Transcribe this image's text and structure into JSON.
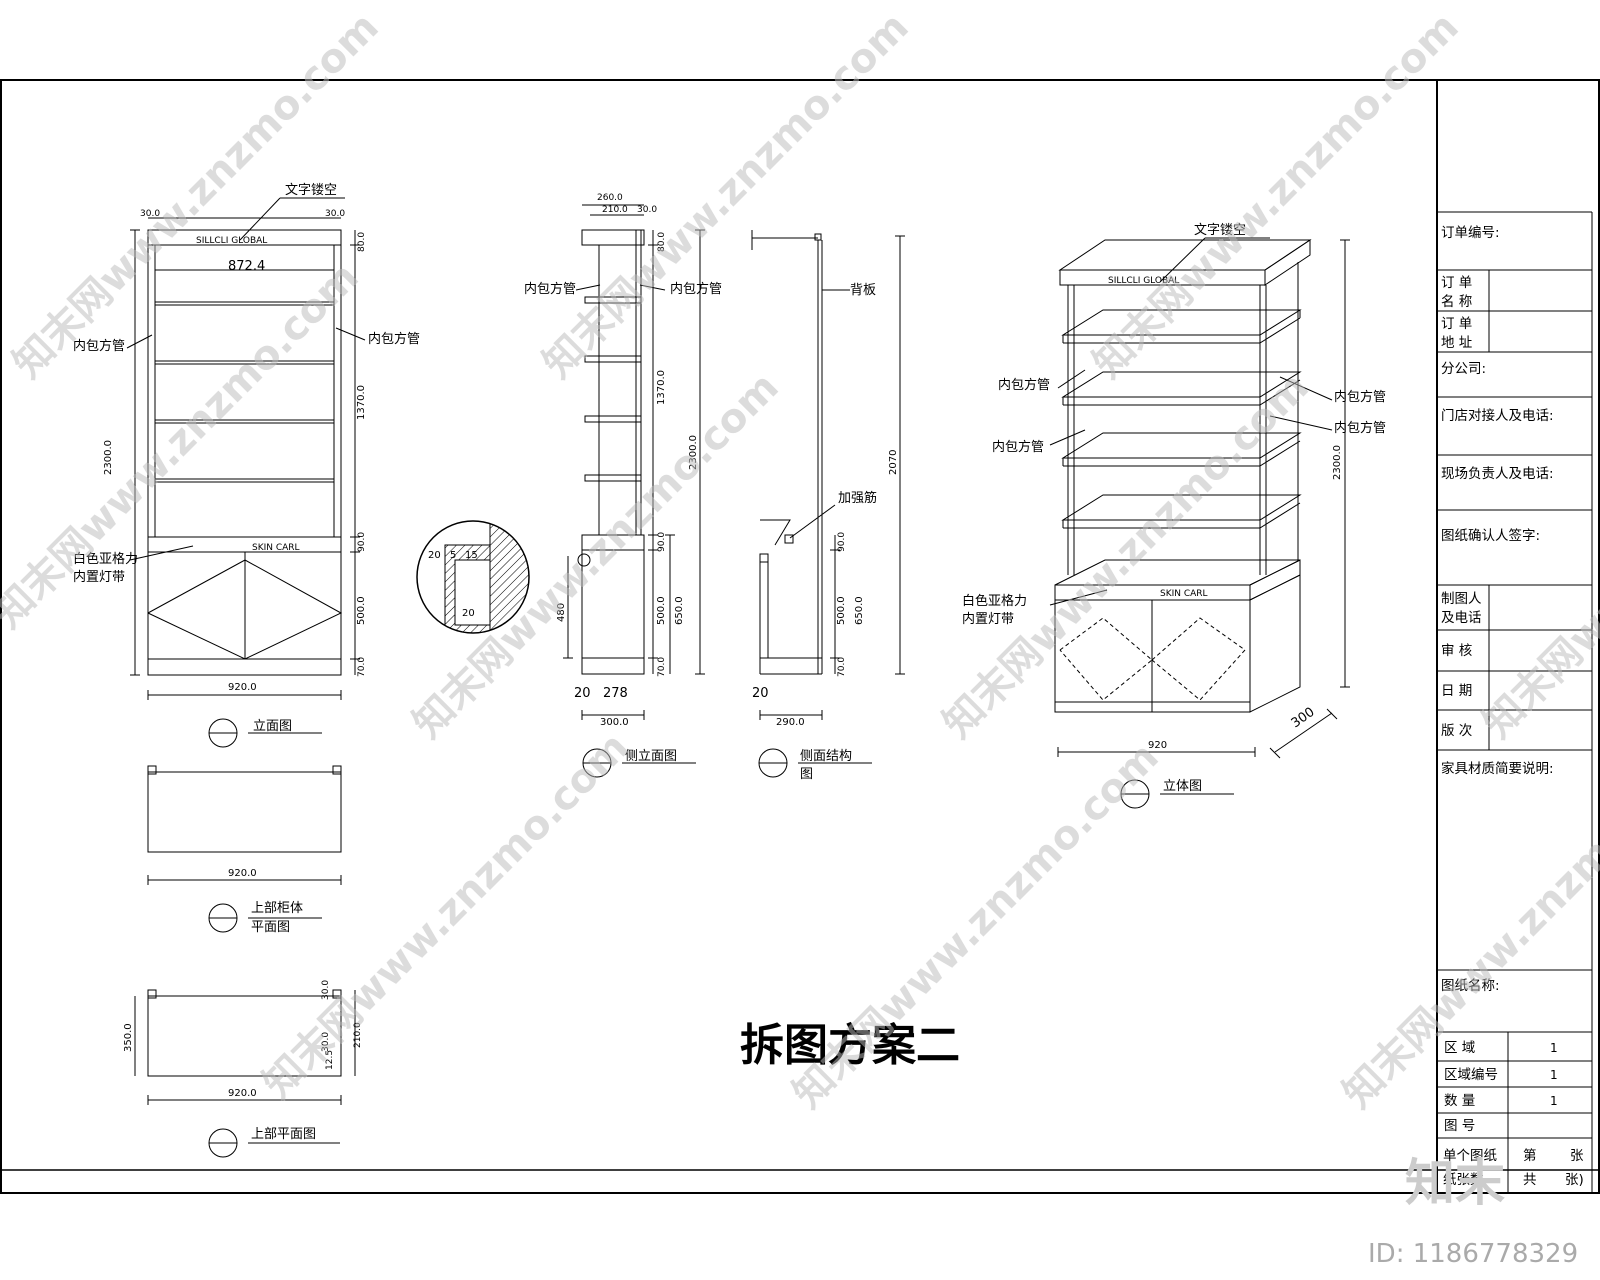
{
  "drawing_title": "拆图方案二",
  "title_block": {
    "rows": [
      {
        "label": "订单编号:"
      },
      {
        "label": "订 单\n名 称"
      },
      {
        "label": "订 单\n地 址"
      },
      {
        "label": "分公司:"
      },
      {
        "label": "门店对接人及电话:"
      },
      {
        "label": "现场负责人及电话:"
      },
      {
        "label": "图纸确认人签字:"
      },
      {
        "label": "制图人\n及电话"
      },
      {
        "label": "审 核"
      },
      {
        "label": "日 期"
      },
      {
        "label": "版 次"
      },
      {
        "label": "家具材质简要说明:"
      },
      {
        "label": "图纸名称:"
      }
    ],
    "bottom_rows": [
      {
        "label": "区 域",
        "value": "1"
      },
      {
        "label": "区域编号",
        "value": "1"
      },
      {
        "label": "数 量",
        "value": "1"
      },
      {
        "label": "图 号",
        "value": ""
      }
    ],
    "sheet_line_1": {
      "label": "单个图纸",
      "mid": "第",
      "end": "张"
    },
    "sheet_line_2": {
      "label": "纸张数",
      "mid": "共",
      "end": "张)"
    }
  },
  "views": {
    "front": {
      "caption": "立面图",
      "labels": {
        "engrave": "文字镂空",
        "tube_left": "内包方管",
        "tube_right": "内包方管",
        "light": "白色亚格力\n内置灯带",
        "sign_top": "SILLCLI GLOBAL",
        "sign_bottom": "SKIN CARL"
      },
      "dims": {
        "inner_width": "872.4",
        "top_left": "30.0",
        "top_right": "30.0",
        "width": "920.0",
        "height": "2300.0",
        "h_top": "80.0",
        "h_shelves": "1370.0",
        "h_band": "90.0",
        "h_base": "500.0",
        "h_foot": "70.0"
      }
    },
    "side": {
      "caption": "侧立面图",
      "labels": {
        "tube_left": "内包方管",
        "tube_right": "内包方管"
      },
      "dims": {
        "top": "260.0",
        "top_inner": "210.0",
        "top_small": "30.0",
        "h_top": "80.0",
        "h_shelves": "1370.0",
        "total": "2300.0",
        "band": "90.0",
        "base": "500.0",
        "base2": "650.0",
        "foot": "70.0",
        "left_h": "480",
        "bottom_a": "20",
        "bottom_b": "278",
        "depth": "300.0"
      }
    },
    "section": {
      "caption": "侧面结构\n图",
      "labels": {
        "back": "背板",
        "rib": "加强筋"
      },
      "dims": {
        "height": "2070",
        "band": "90.0",
        "base": "500.0",
        "base2": "650.0",
        "foot": "70.0",
        "bottom_a": "20",
        "depth": "290.0"
      }
    },
    "detail": {
      "dims": [
        "20",
        "5",
        "15",
        "20"
      ]
    },
    "iso": {
      "caption": "立体图",
      "labels": {
        "engrave": "文字镂空",
        "tube_1": "内包方管",
        "tube_2": "内包方管",
        "tube_3": "内包方管",
        "tube_4": "内包方管",
        "light": "白色亚格力\n内置灯带",
        "sign_top": "SILLCLI GLOBAL",
        "sign_bottom": "SKIN CARL"
      },
      "dims": {
        "width": "920",
        "depth": "300",
        "height": "2300.0"
      }
    },
    "plan_upper": {
      "caption": "上部柜体\n平面图",
      "dims": {
        "width": "920.0"
      }
    },
    "plan_base": {
      "caption": "上部平面图",
      "dims": {
        "width": "920.0",
        "depth": "350.0",
        "d1": "30.0",
        "d2": "210.0",
        "d3": "30.0",
        "d4": "12.5"
      }
    }
  },
  "watermark": {
    "text": "知末网www.znzmo.com",
    "brand": "知末",
    "id_label": "ID: 1186778329"
  }
}
